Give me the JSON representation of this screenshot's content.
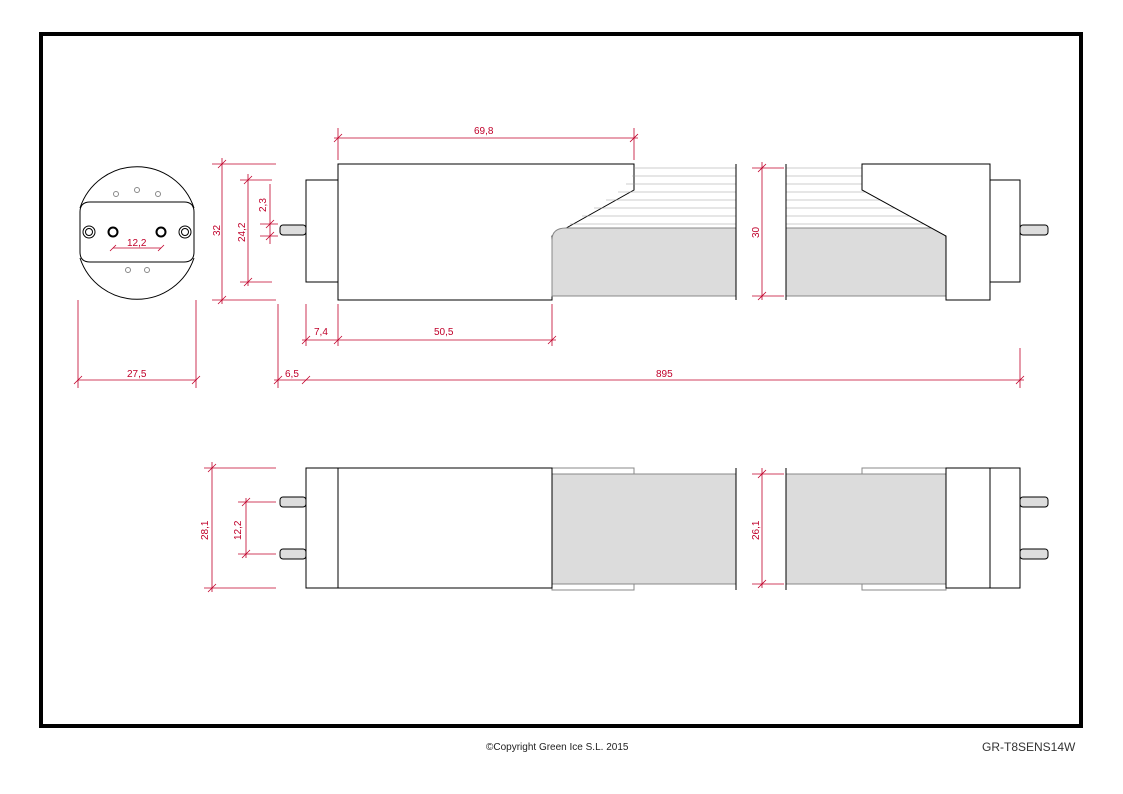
{
  "colors": {
    "dimension": "#c0002a",
    "outline": "#000000",
    "diffuser": "#dcdcdc"
  },
  "dimensions": {
    "end_view_pin_spacing": "12,2",
    "end_view_diameter": "27,5",
    "height_overall": "32",
    "height_inner": "24,2",
    "pin_diameter": "2,3",
    "cap_length": "69,8",
    "cap_side_width": "7,4",
    "cap_body_length": "50,5",
    "pin_length": "6,5",
    "total_length": "895",
    "tube_height_side": "30",
    "width_plan": "28,1",
    "pin_spacing_plan": "12,2",
    "tube_width_plan": "26,1"
  },
  "footer": {
    "copyright": "©Copyright Green Ice S.L. 2015",
    "product_code": "GR-T8SENS14W"
  }
}
